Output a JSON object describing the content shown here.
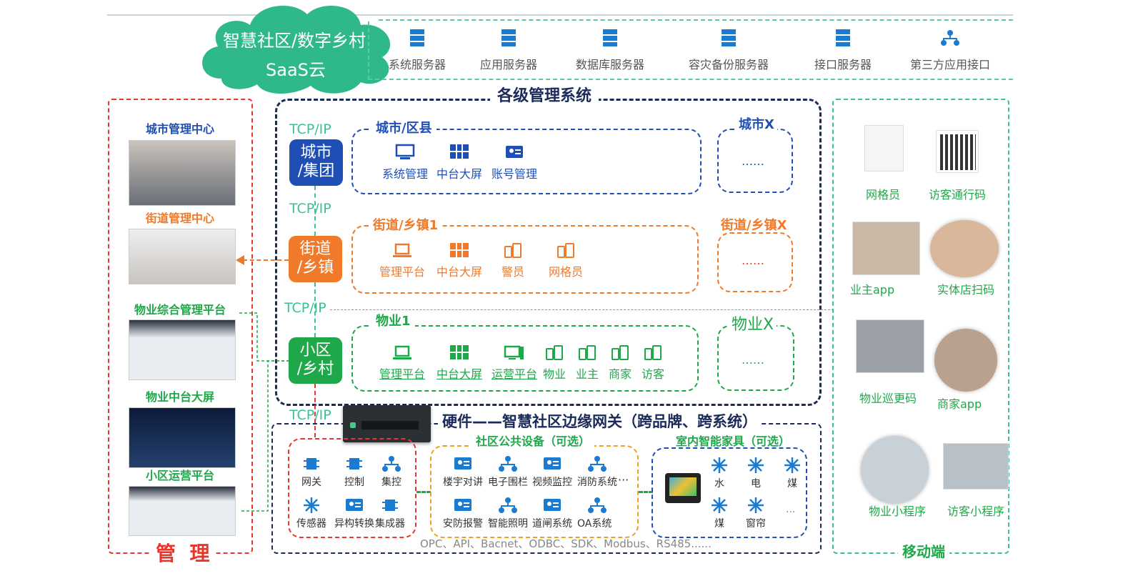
{
  "cloud": {
    "line1": "智慧社区/数字乡村",
    "line2": "SaaS云"
  },
  "servers": [
    "系统服务器",
    "应用服务器",
    "数据库服务器",
    "容灾备份服务器",
    "接口服务器",
    "第三方应用接口"
  ],
  "mgmt_title": "各级管理系统",
  "tcp": "TCP/IP",
  "city": {
    "block": [
      "城市",
      "/集团"
    ],
    "title": "城市/区县",
    "items": [
      "系统管理",
      "中台大屏",
      "账号管理"
    ],
    "x_title": "城市X",
    "ellipsis": "……"
  },
  "street": {
    "block": [
      "街道",
      "/乡镇"
    ],
    "title": "街道/乡镇1",
    "items": [
      "管理平台",
      "中台大屏",
      "警员",
      "网格员"
    ],
    "x_title": "街道/乡镇X",
    "ellipsis": "……"
  },
  "community": {
    "block": [
      "小区",
      "/乡村"
    ],
    "title": "物业1",
    "items": [
      "管理平台",
      "中台大屏",
      "运营平台",
      "物业",
      "业主",
      "商家",
      "访客"
    ],
    "x_title": "物业X",
    "ellipsis": "……"
  },
  "hardware": {
    "title": "硬件——智慧社区边缘网关（跨品牌、跨系统）",
    "gw_items": [
      "网关",
      "控制",
      "集控",
      "传感器",
      "异构转换",
      "集成器"
    ],
    "public_title": "社区公共设备（可选）",
    "public_items": [
      "楼宇对讲",
      "电子围栏",
      "视频监控",
      "消防系统",
      "安防报警",
      "智能照明",
      "道闸系统",
      "OA系统"
    ],
    "public_more": "···",
    "home_title": "室内智能家具（可选）",
    "home_items": [
      "水",
      "电",
      "煤",
      "煤",
      "窗帘"
    ],
    "home_more": "...",
    "protocols": "OPC、API、Bacnet、ODBC、SDK、Modbus、RS485......"
  },
  "left": {
    "labels": [
      "城市管理中心",
      "街道管理中心",
      "物业综合管理平台",
      "物业中台大屏",
      "小区运营平台"
    ],
    "footer": "管  理"
  },
  "mobile": {
    "labels": [
      "网格员",
      "访客通行码",
      "业主app",
      "实体店扫码",
      "物业巡更码",
      "商家app",
      "物业小程序",
      "访客小程序"
    ],
    "footer": "移动端"
  },
  "colors": {
    "blue": "#1f4fb5",
    "orange": "#f07a2a",
    "green": "#1fa84a",
    "teal": "#3cbf9a",
    "navy": "#1a2b5a",
    "red": "#e8362b"
  }
}
